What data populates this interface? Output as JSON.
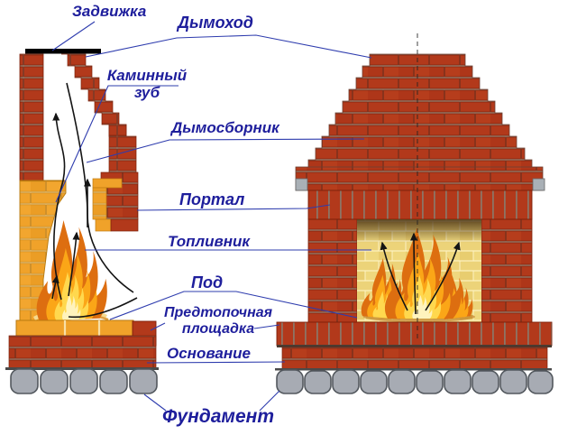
{
  "labels": {
    "zadvizhka": "Задвижка",
    "dymohod": "Дымоход",
    "kaminny_zub": "Каминный зуб",
    "dymosbornik": "Дымосборник",
    "portal": "Портал",
    "toplivnik": "Топливник",
    "pod": "Под",
    "predtopochnaya": "Предтопочная площадка",
    "osnovanie": "Основание",
    "fundament": "Фундамент"
  },
  "colors": {
    "label_text": "#1e1e9c",
    "leader_line": "#2e3cae",
    "brick_red": "#b2391b",
    "brick_yellow": "#f0a22a",
    "firebrick_pale": "#e8cd6f",
    "stone_gray": "#a7abb3",
    "damper_black": "#000000",
    "flame_orange": "#fba617",
    "flame_yellow": "#ffd84e"
  }
}
